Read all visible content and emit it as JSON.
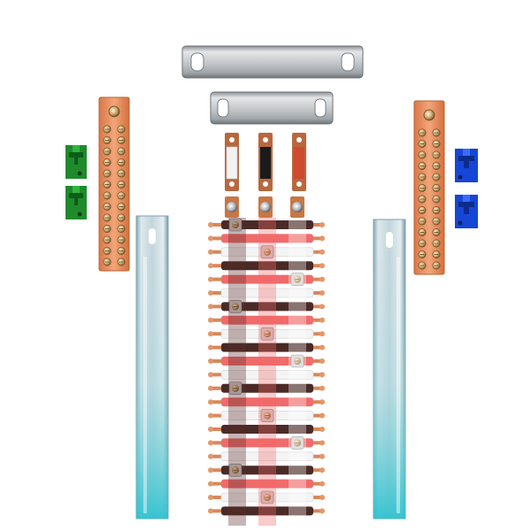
{
  "colors": {
    "background": "#ffffff",
    "steel_light": "#d6d8da",
    "steel_mid": "#a9adb1",
    "steel_dark": "#7e8388",
    "copper": "#e9935f",
    "copper_dark": "#c4663a",
    "green_block": "#1f8a2c",
    "blue_block": "#1646d6",
    "din_rail": "#bcd4dc",
    "din_rail_cyan": "#3fc7d4",
    "wire_brown": "#4a2a26",
    "wire_red": "#f06b6b",
    "wire_white": "#f4f4f4",
    "screw": "#c9a46a"
  },
  "icons": {
    "steel_bracket": "rounded-bar-with-slots",
    "ground_bar": "copper-strip-with-screws",
    "terminal_block": "u-shaped-clip",
    "bus_jumper": "insulated-copper-strap",
    "din_rail": "steel-rail",
    "breaker_bus": "comb-busbar-assembly"
  }
}
